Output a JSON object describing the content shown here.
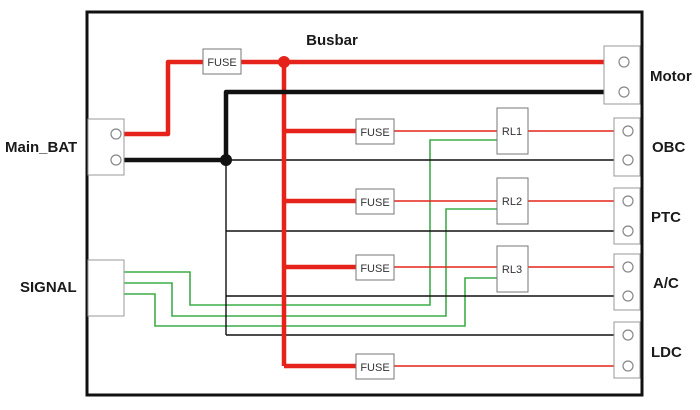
{
  "diagram": {
    "title": "Busbar",
    "left_labels": {
      "battery": "Main_BAT",
      "signal": "SIGNAL"
    },
    "right_labels": {
      "motor": "Motor",
      "obc": "OBC",
      "ptc": "PTC",
      "ac": "A/C",
      "ldc": "LDC"
    },
    "fuse_label": "FUSE",
    "relays": [
      "RL1",
      "RL2",
      "RL3"
    ],
    "colors": {
      "power": "#e5231b",
      "ground": "#111111",
      "signal": "#3fae49",
      "frame": "#111111",
      "connector": "#8a8a8a"
    }
  }
}
